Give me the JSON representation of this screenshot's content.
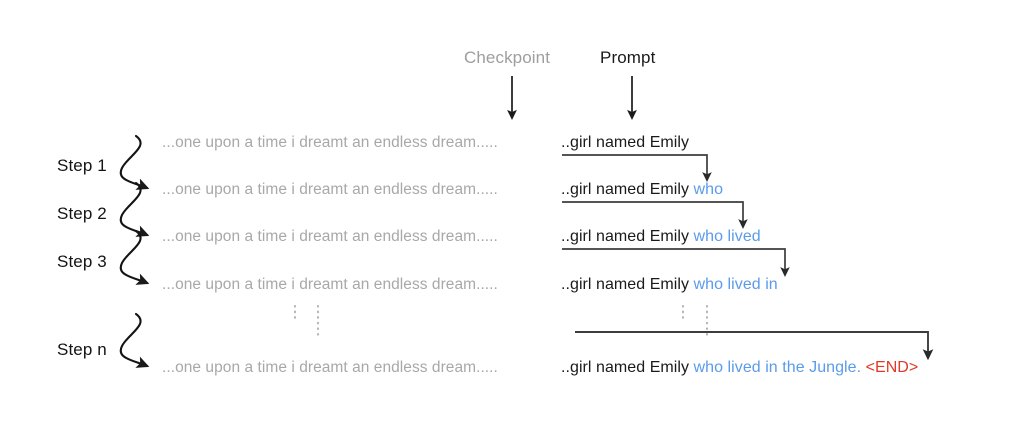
{
  "diagram": {
    "title_absent": true,
    "headers": {
      "checkpoint": "Checkpoint",
      "prompt": "Prompt"
    },
    "colors": {
      "checkpoint_text": "#a8a8a8",
      "prompt_seed_text": "#1a1a1a",
      "generated_token": "#5a9bea",
      "end_token": "#e03a26",
      "arrow": "#1a1a1a",
      "connector": "#3c3c3c",
      "ellipsis": "#b5b5b5",
      "background": "#ffffff"
    },
    "checkpoint_text": "...one upon a time i dreamt an endless dream.....",
    "step_labels": [
      "Step 1",
      "Step 2",
      "Step 3",
      "Step n"
    ],
    "rows": [
      {
        "index": 0,
        "checkpoint": "...one upon a time i dreamt an endless dream.....",
        "seed": "..girl named Emily",
        "generated": "",
        "end": ""
      },
      {
        "index": 1,
        "checkpoint": "...one upon a time i dreamt an endless dream.....",
        "seed": "..girl named Emily",
        "generated": " who",
        "end": ""
      },
      {
        "index": 2,
        "checkpoint": "...one upon a time i dreamt an endless dream.....",
        "seed": "..girl named Emily",
        "generated": " who lived",
        "end": ""
      },
      {
        "index": 3,
        "checkpoint": "...one upon a time i dreamt an endless dream.....",
        "seed": "..girl named Emily",
        "generated": " who lived in",
        "end": ""
      },
      {
        "index": 4,
        "checkpoint": "...one upon a time i dreamt an endless dream.....",
        "seed": "..girl named Emily",
        "generated": " who lived in the Jungle.",
        "end": " <END>"
      }
    ],
    "ellipsis_glyph": "vertical-dots"
  }
}
